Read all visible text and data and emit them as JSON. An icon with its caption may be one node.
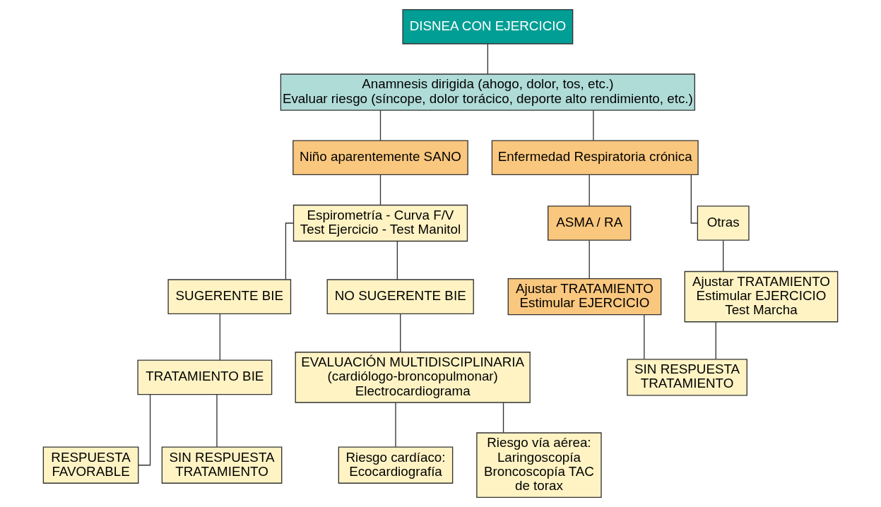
{
  "diagram": {
    "nodes": [
      {
        "text": [
          "DISNEA CON EJERCICIO"
        ]
      },
      {
        "text": [
          "Anamnesis dirigida (ahogo, dolor, tos, etc.)",
          "Evaluar riesgo (síncope, dolor torácico, deporte alto rendimiento, etc.)"
        ]
      },
      {
        "text": [
          "Niño aparentemente SANO"
        ]
      },
      {
        "text": [
          "Enfermedad Respiratoria crónica"
        ]
      },
      {
        "text": [
          "Espirometría - Curva F/V",
          "Test Ejercicio - Test Manitol"
        ]
      },
      {
        "text": [
          "SUGERENTE BIE"
        ]
      },
      {
        "text": [
          "NO SUGERENTE BIE"
        ]
      },
      {
        "text": [
          "TRATAMIENTO BIE"
        ]
      },
      {
        "text": [
          "EVALUACIÓN MULTIDISCIPLINARIA (cardiólogo-broncopulmonar) Electrocardiograma"
        ]
      },
      {
        "text": [
          "RESPUESTA FAVORABLE"
        ]
      },
      {
        "text": [
          "SIN RESPUESTA TRATAMIENTO"
        ]
      },
      {
        "text": [
          "Riesgo cardíaco: Ecocardiografía"
        ]
      },
      {
        "text": [
          "Riesgo vía aérea: Laringoscopía Broncoscopía TAC de torax"
        ]
      },
      {
        "text": [
          "ASMA / RA"
        ]
      },
      {
        "text": [
          "Otras"
        ]
      },
      {
        "text": [
          "Ajustar TRATAMIENTO Estimular EJERCICIO"
        ]
      },
      {
        "text": [
          "Ajustar TRATAMIENTO Estimular EJERCICIO Test Marcha"
        ]
      },
      {
        "text": [
          "SIN RESPUESTA TRATAMIENTO"
        ]
      }
    ],
    "edges": [
      {
        "from": 0,
        "to": 1,
        "arrow": "none"
      },
      {
        "from": 1,
        "to": 2,
        "arrow": "none"
      },
      {
        "from": 1,
        "to": 3,
        "arrow": "none"
      },
      {
        "from": 2,
        "to": 4,
        "arrow": "none"
      },
      {
        "from": 4,
        "to": 5,
        "arrow": "none"
      },
      {
        "from": 4,
        "to": 6,
        "arrow": "none"
      },
      {
        "from": 5,
        "to": 7,
        "arrow": "none"
      },
      {
        "from": 7,
        "to": 9,
        "arrow": "none"
      },
      {
        "from": 7,
        "to": 10,
        "arrow": "none"
      },
      {
        "from": 6,
        "to": 8,
        "arrow": "none"
      },
      {
        "from": 8,
        "to": 11,
        "arrow": "none"
      },
      {
        "from": 8,
        "to": 12,
        "arrow": "none"
      },
      {
        "from": 3,
        "to": 13,
        "arrow": "none"
      },
      {
        "from": 3,
        "to": 14,
        "arrow": "none"
      },
      {
        "from": 13,
        "to": 15,
        "arrow": "none"
      },
      {
        "from": 14,
        "to": 16,
        "arrow": "none"
      },
      {
        "from": 15,
        "to": 17,
        "arrow": "none"
      },
      {
        "from": 16,
        "to": 17,
        "arrow": "none"
      }
    ]
  }
}
